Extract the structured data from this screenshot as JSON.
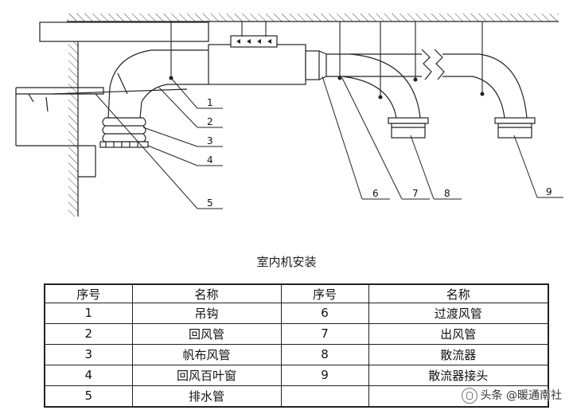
{
  "diagram": {
    "callouts": [
      "1",
      "2",
      "3",
      "4",
      "5",
      "6",
      "7",
      "8",
      "9"
    ]
  },
  "caption": "室内机安装",
  "table": {
    "headers": [
      "序号",
      "名称",
      "序号",
      "名称"
    ],
    "rows": [
      [
        "1",
        "吊钩",
        "6",
        "过渡风管"
      ],
      [
        "2",
        "回风管",
        "7",
        "出风管"
      ],
      [
        "3",
        "帆布风管",
        "8",
        "散流器"
      ],
      [
        "4",
        "回风百叶窗",
        "9",
        "散流器接头"
      ],
      [
        "5",
        "排水管",
        "",
        ""
      ]
    ]
  },
  "watermark": "头条 @暖通南社"
}
